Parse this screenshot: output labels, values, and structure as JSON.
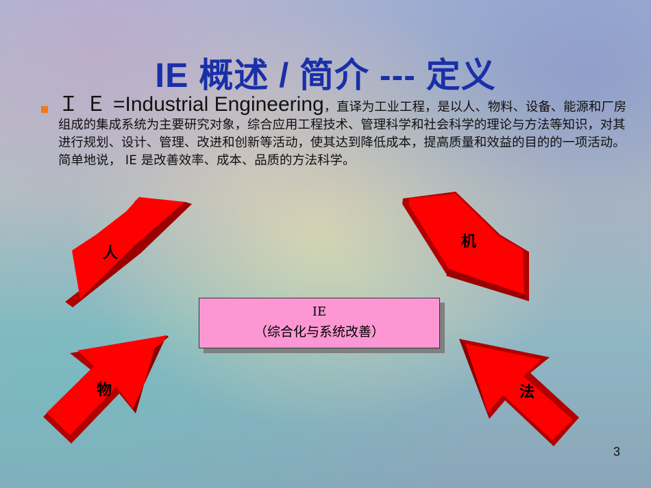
{
  "slide": {
    "title": "IE 概述 / 简介 --- 定义",
    "paragraph": {
      "prefix": "ＩＥ",
      "english": "=Industrial Engineering",
      "rest": "，直译为工业工程，是以人、物料、设备、能源和厂房组成的集成系统为主要研究对象，综合应用工程技术、管理科学和社会科学的理论与方法等知识，对其进行规划、设计、管理、改进和创新等活动，使其达到降低成本，提高质量和效益的目的的一项活动。简单地说， IE 是改善效率、成本、品质的方法科学。"
    },
    "arrows": {
      "top_left": "人",
      "top_right": "机",
      "bottom_left": "物",
      "bottom_right": "法"
    },
    "center_box": {
      "line1": "IE",
      "line2": "（综合化与系统改善）"
    },
    "page_number": "3"
  },
  "colors": {
    "title": "#1a2fa8",
    "bullet": "#f07a1a",
    "arrow_face": "#ff0000",
    "arrow_side": "#b00000",
    "center_box": "#fc97d3"
  }
}
